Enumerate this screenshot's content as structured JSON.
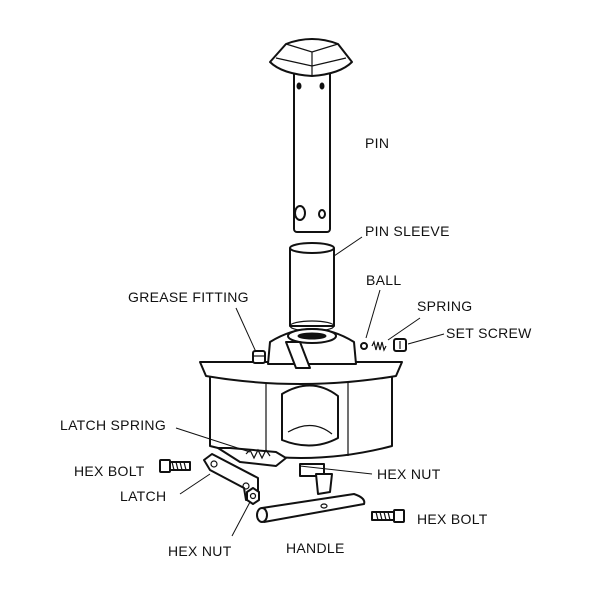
{
  "labels": {
    "pin": "PIN",
    "pin_sleeve": "PIN SLEEVE",
    "ball": "BALL",
    "spring": "SPRING",
    "set_screw": "SET SCREW",
    "grease_fitting": "GREASE FITTING",
    "latch_spring": "LATCH SPRING",
    "hex_bolt_left": "HEX BOLT",
    "hex_nut_right": "HEX NUT",
    "latch": "LATCH",
    "hex_bolt_right": "HEX BOLT",
    "hex_nut_bottom": "HEX NUT",
    "handle": "HANDLE"
  },
  "colors": {
    "line": "#111111",
    "fill": "#ffffff",
    "background": "#ffffff"
  }
}
